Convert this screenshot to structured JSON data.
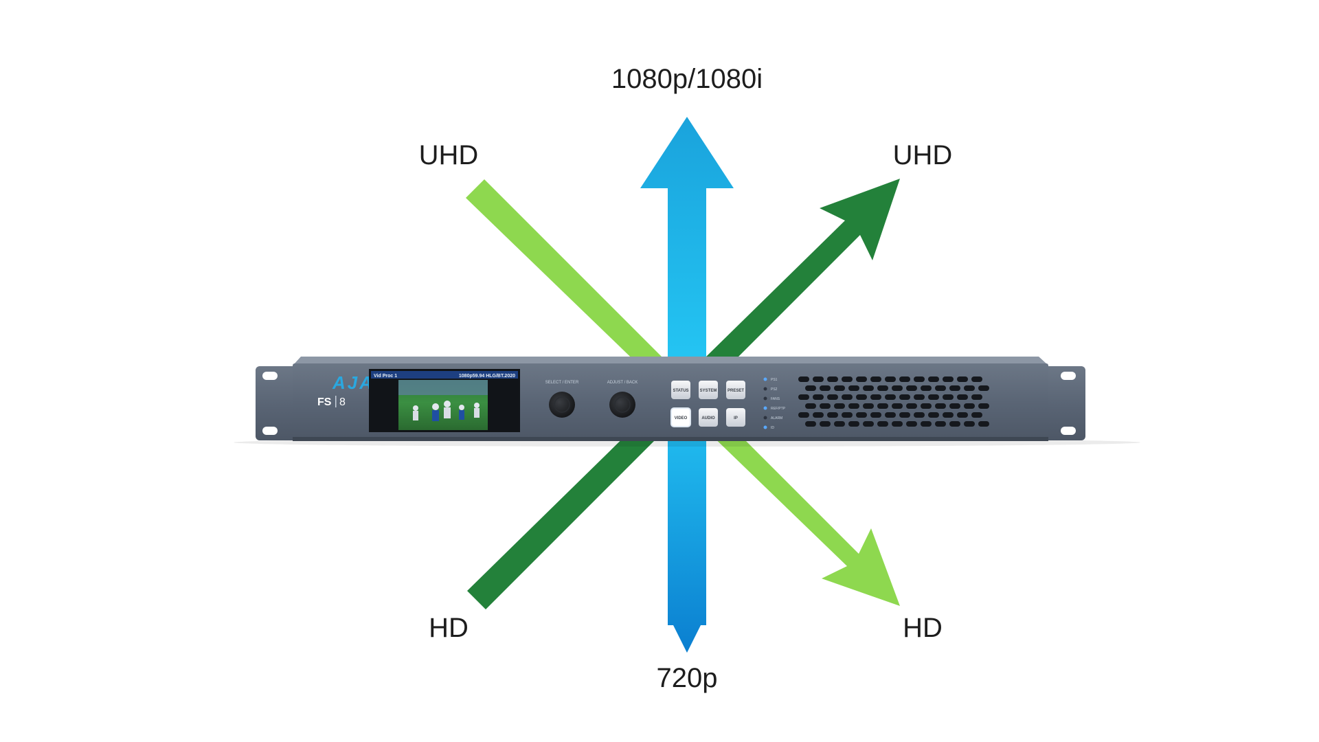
{
  "labels": {
    "top": "1080p/1080i",
    "bottom": "720p",
    "top_left": "UHD",
    "top_right": "UHD",
    "bottom_left": "HD",
    "bottom_right": "HD"
  },
  "device": {
    "brand": "AJA",
    "model_prefix": "FS",
    "model_number": "8",
    "screen": {
      "title": "Vid Proc 1",
      "format": "1080p59.94 HLG/BT.2020"
    },
    "knob_labels": [
      "SELECT / ENTER",
      "ADJUST / BACK"
    ],
    "buttons": [
      "STATUS",
      "SYSTEM",
      "PRESET",
      "VIDEO",
      "AUDIO",
      "IP"
    ],
    "leds": [
      "PS1",
      "PS2",
      "FANS",
      "REF/PTP",
      "ALARM",
      "ID"
    ]
  },
  "colors": {
    "arrow_blue_top": "#1aa3dc",
    "arrow_blue_mid": "#25c8f5",
    "arrow_blue_bottom": "#0b7fd0",
    "arrow_light_green": "#8ed84f",
    "arrow_dark_green": "#23813a",
    "chassis": "#5d6878",
    "accent_blue": "#2aa8e0"
  }
}
